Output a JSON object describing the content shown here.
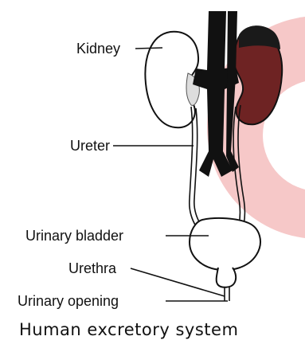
{
  "labels": {
    "kidney": "Kidney",
    "ureter": "Ureter",
    "urinary_bladder": "Urinary bladder",
    "urethra": "Urethra",
    "urinary_opening": "Urinary opening"
  },
  "caption": "Human excretory system",
  "colors": {
    "background_circle": "#f6c8c8",
    "vessels": "#111111",
    "right_kidney_shade": "#6e2323",
    "outline": "#111111"
  }
}
